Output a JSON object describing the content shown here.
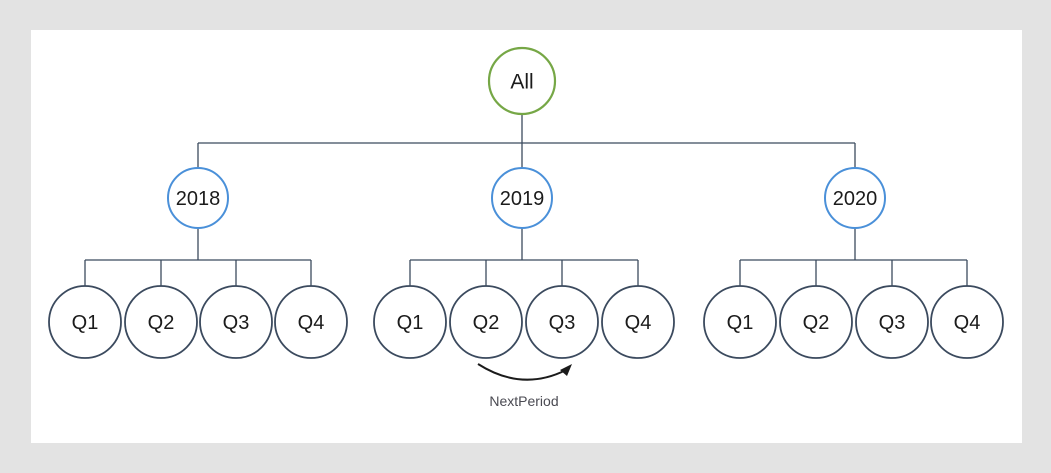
{
  "canvas": {
    "background_color": "#e3e3e3",
    "surface_color": "#ffffff"
  },
  "colors": {
    "root_stroke": "#76a746",
    "year_stroke": "#4a90d9",
    "quarter_stroke": "#3b4a5e",
    "connector": "#3b4a5e",
    "arrow": "#1b1b1b",
    "label_text": "#1b1b1b",
    "edge_label_text": "#4a4a52"
  },
  "diagram": {
    "type": "hierarchy-tree",
    "root": {
      "id": "all",
      "label": "All",
      "level": 0
    },
    "years": [
      {
        "id": "year-2018",
        "label": "2018",
        "level": 1,
        "quarters": [
          {
            "id": "2018-q1",
            "label": "Q1"
          },
          {
            "id": "2018-q2",
            "label": "Q2"
          },
          {
            "id": "2018-q3",
            "label": "Q3"
          },
          {
            "id": "2018-q4",
            "label": "Q4"
          }
        ]
      },
      {
        "id": "year-2019",
        "label": "2019",
        "level": 1,
        "quarters": [
          {
            "id": "2019-q1",
            "label": "Q1"
          },
          {
            "id": "2019-q2",
            "label": "Q2"
          },
          {
            "id": "2019-q3",
            "label": "Q3"
          },
          {
            "id": "2019-q4",
            "label": "Q4"
          }
        ]
      },
      {
        "id": "year-2020",
        "label": "2020",
        "level": 1,
        "quarters": [
          {
            "id": "2020-q1",
            "label": "Q1"
          },
          {
            "id": "2020-q2",
            "label": "Q2"
          },
          {
            "id": "2020-q3",
            "label": "Q3"
          },
          {
            "id": "2020-q4",
            "label": "Q4"
          }
        ]
      }
    ],
    "annotations": [
      {
        "id": "next-period",
        "label": "NextPeriod",
        "from": "2019-q2",
        "to": "2019-q3",
        "style": "curved-arrow"
      }
    ]
  }
}
